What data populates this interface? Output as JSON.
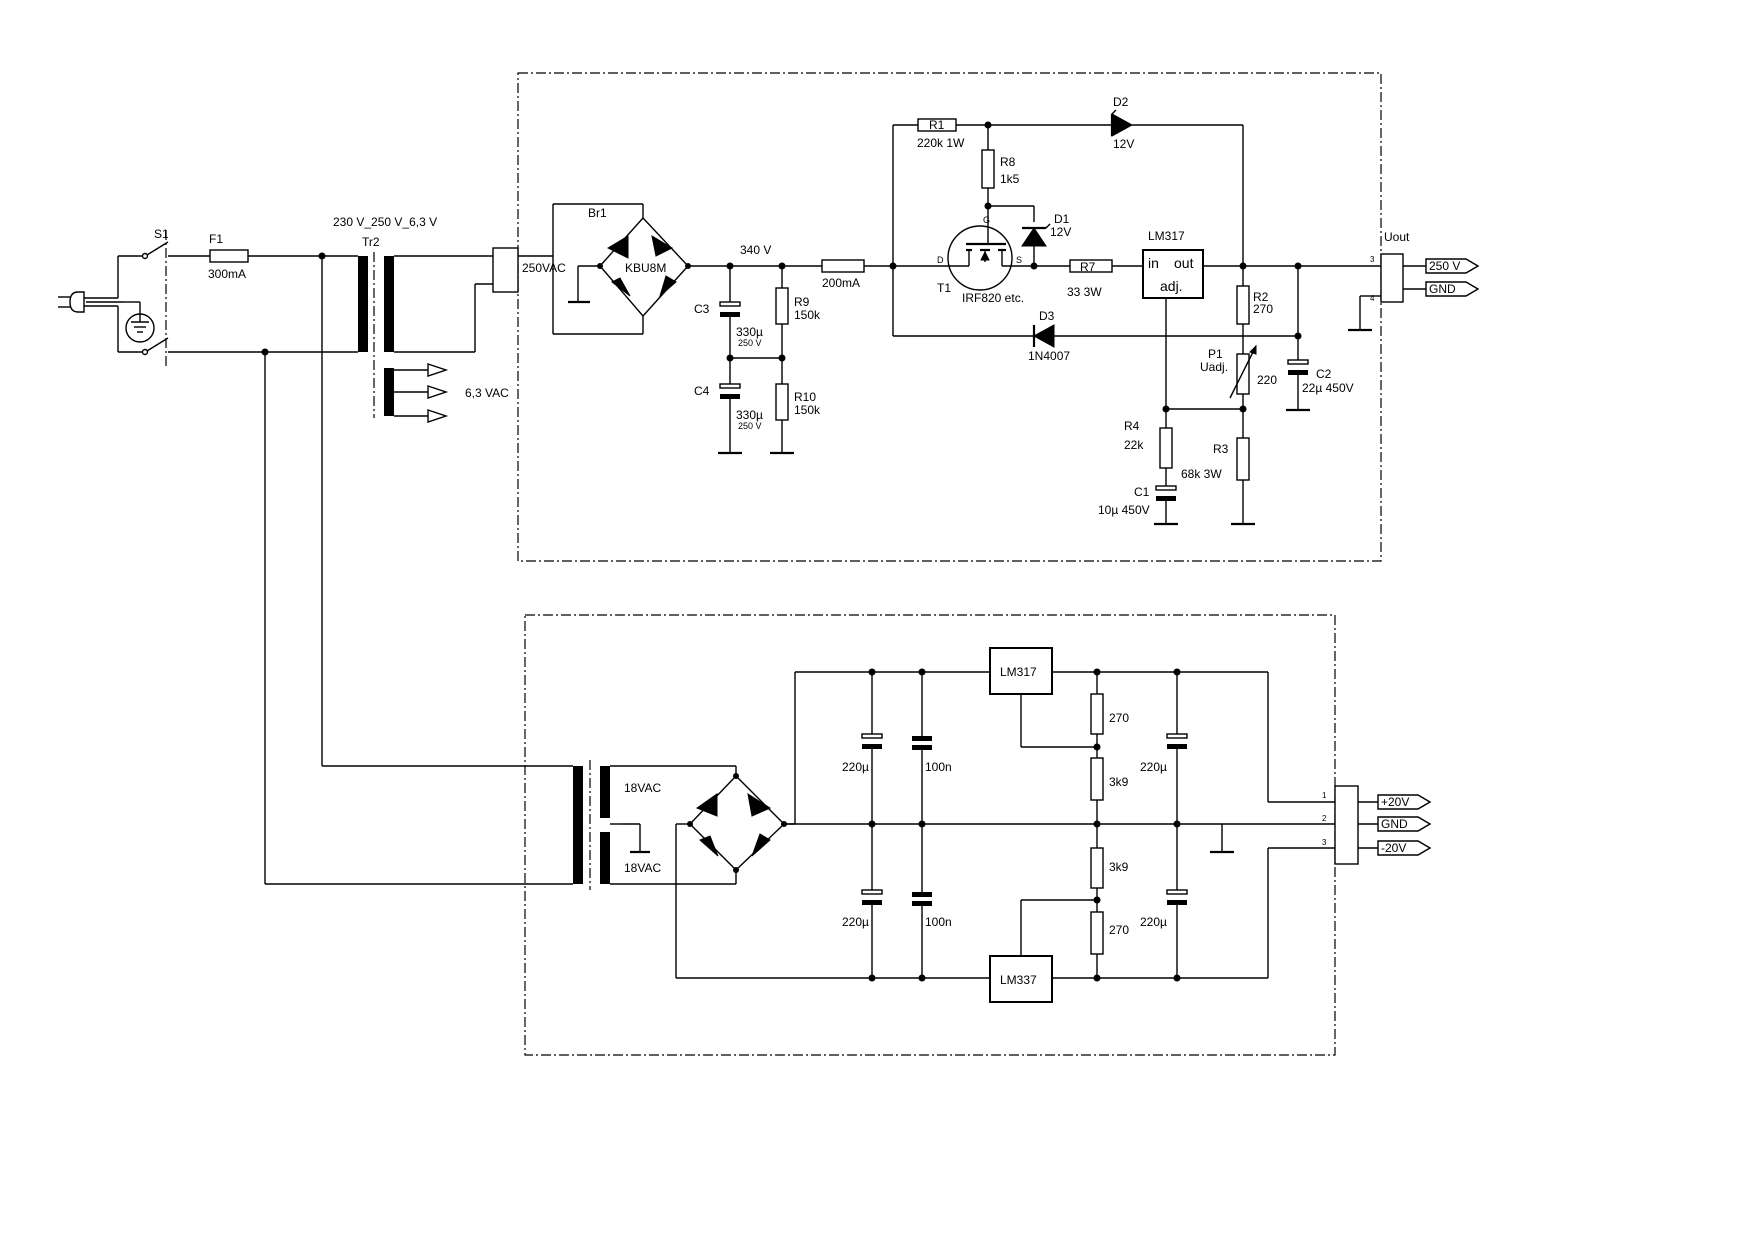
{
  "labels": {
    "s1": "S1",
    "f1": "F1",
    "f1_value": "300mA",
    "tr2_spec": "230 V_250 V_6,3 V",
    "tr2": "Tr2",
    "vac_6_3": "6,3 VAC",
    "vac_250": "250VAC",
    "br1": "Br1",
    "br1_type": "KBU8M",
    "v340": "340 V",
    "fuse2": "200mA",
    "c3": "C3",
    "c3_value": "330µ",
    "c3_voltage": "250 V",
    "c4": "C4",
    "c4_value": "330µ",
    "c4_voltage": "250 V",
    "r9": "R9",
    "r9_value": "150k",
    "r10": "R10",
    "r10_value": "150k",
    "r1": "R1",
    "r1_value": "220k 1W",
    "r8": "R8",
    "r8_value": "1k5",
    "d2": "D2",
    "d2_value": "12V",
    "d1": "D1",
    "d1_value": "12V",
    "t1_g": "G",
    "t1_d": "D",
    "t1_s": "S",
    "t1": "T1",
    "t1_type": "IRF820 etc.",
    "r7": "R7",
    "r7_value": "33  3W",
    "lm317_hv": "LM317",
    "ic_in": "in",
    "ic_out": "out",
    "ic_adj": "adj.",
    "d3": "D3",
    "d3_type": "1N4007",
    "r2": "R2",
    "r2_value": "270",
    "p1": "P1",
    "p1_name": "Uadj.",
    "p1_value": "220",
    "c2": "C2",
    "c2_value": "22µ 450V",
    "r4": "R4",
    "r4_value": "22k",
    "r3_value": "68k 3W",
    "r3": "R3",
    "c1": "C1",
    "c1_value": "10µ 450V",
    "uout": "Uout",
    "pin3_hv": "3",
    "pin4_hv": "4",
    "out_250v": "250 V",
    "out_gnd_hv": "GND",
    "vac_18_top": "18VAC",
    "vac_18_bot": "18VAC",
    "cap_220_tl": "220µ",
    "cap_100n_t": "100n",
    "cap_220_bl": "220µ",
    "cap_100n_b": "100n",
    "lm317_lv": "LM317",
    "lm337": "LM337",
    "res_270_t": "270",
    "res_3k9_t": "3k9",
    "res_3k9_b": "3k9",
    "res_270_b": "270",
    "cap_220_tr": "220µ",
    "cap_220_br": "220µ",
    "pin1_lv": "1",
    "pin2_lv": "2",
    "pin3_lv": "3",
    "out_p20": "+20V",
    "out_gnd_lv": "GND",
    "out_m20": "-20V"
  }
}
